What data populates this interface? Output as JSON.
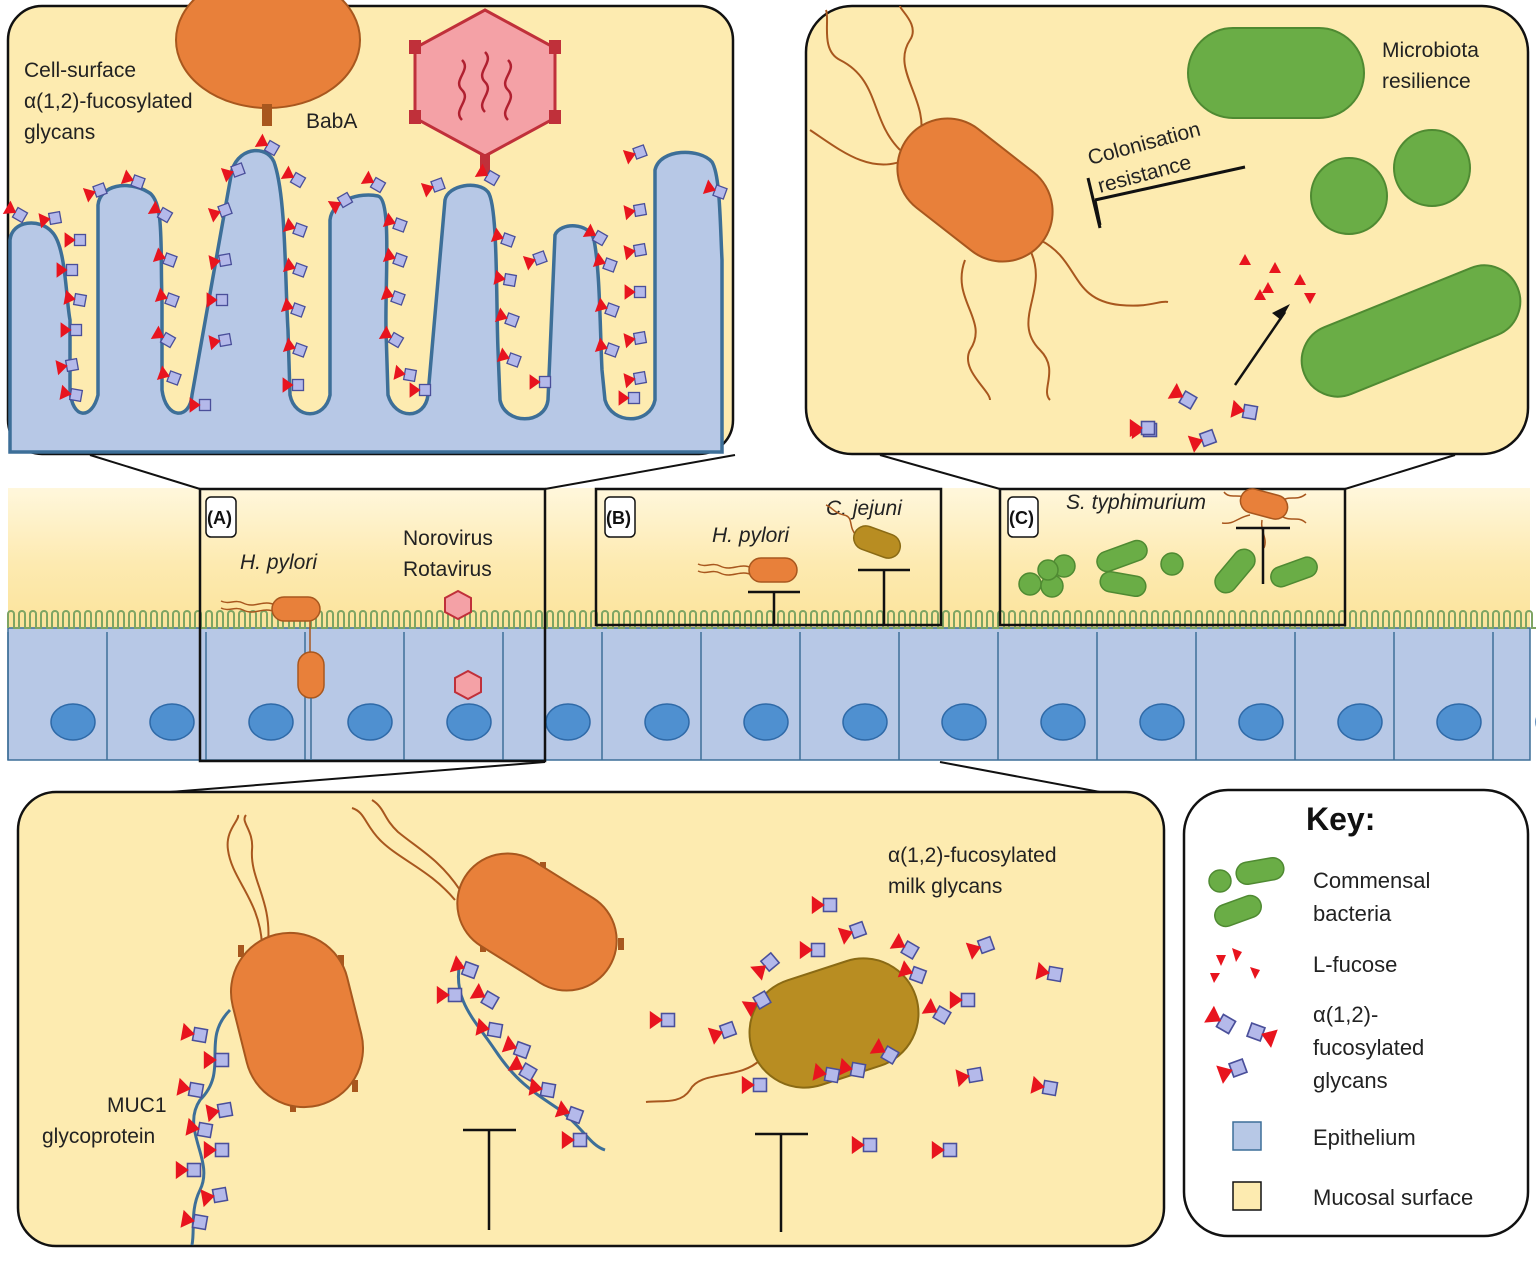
{
  "colors": {
    "mucosal": "#fdebb0",
    "epithelium": "#b7c8e6",
    "epithelium_edge": "#3d6f98",
    "bacterium": "#e8803a",
    "bacterium_edge": "#a8571e",
    "cjejuni": "#b88d22",
    "commensal": "#6aad46",
    "fucose": "#e8141e",
    "glycan": "#b4b9ea",
    "virus": "#f4a1a6"
  },
  "panel_top_left": {
    "label_line1": "Cell-surface",
    "label_line2": "α(1,2)-fucosylated",
    "label_line3": "glycans",
    "adhesin": "BabA"
  },
  "panel_top_right": {
    "resilience_line1": "Microbiota",
    "resilience_line2": "resilience",
    "colonisation_line1": "Colonisation",
    "colonisation_line2": "resistance"
  },
  "panel_bottom": {
    "muc1_line1": "MUC1",
    "muc1_line2": "glycoprotein",
    "milk_line1": "α(1,2)-fucosylated",
    "milk_line2": "milk glycans"
  },
  "strip": {
    "box_a": {
      "tag": "(A)",
      "bug": "H. pylori",
      "virus_line1": "Norovirus",
      "virus_line2": "Rotavirus"
    },
    "box_b": {
      "tag": "(B)",
      "bug1": "H. pylori",
      "bug2": "C. jejuni"
    },
    "box_c": {
      "tag": "(C)",
      "bug": "S. typhimurium"
    }
  },
  "key": {
    "title": "Key:",
    "items": [
      {
        "icon": "commensal-bacteria-icon",
        "line1": "Commensal",
        "line2": "bacteria"
      },
      {
        "icon": "l-fucose-icon",
        "line1": "L-fucose"
      },
      {
        "icon": "fucosylated-glycan-icon",
        "line1": "α(1,2)-",
        "line2": "fucosylated",
        "line3": "glycans"
      },
      {
        "icon": "epithelium-swatch-icon",
        "line1": "Epithelium"
      },
      {
        "icon": "mucosal-surface-swatch-icon",
        "line1": "Mucosal surface"
      }
    ]
  }
}
